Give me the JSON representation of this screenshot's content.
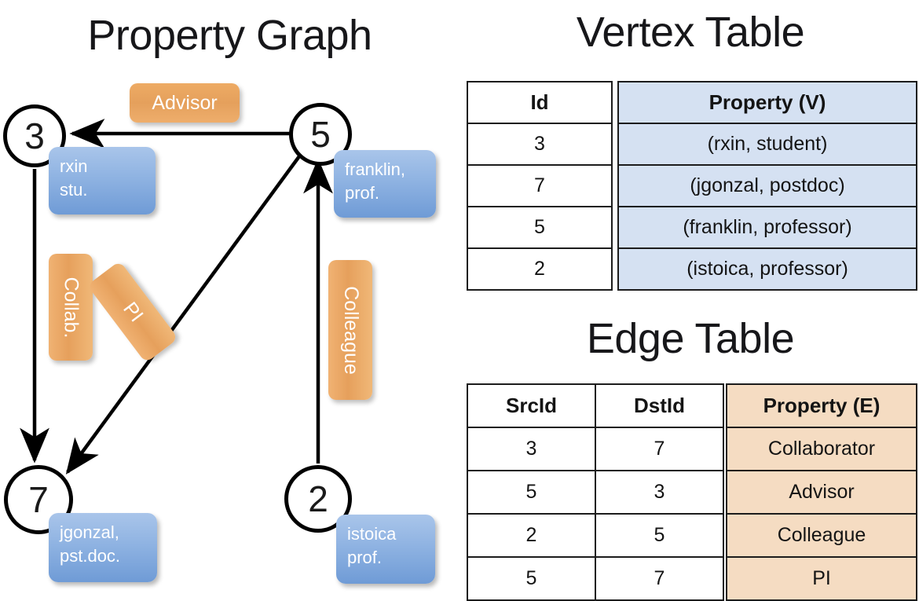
{
  "titles": {
    "property_graph": "Property Graph",
    "vertex_table": "Vertex Table",
    "edge_table": "Edge Table"
  },
  "graph": {
    "nodes": [
      {
        "id": "3",
        "property": "rxin\nstu."
      },
      {
        "id": "5",
        "property": "franklin,\nprof."
      },
      {
        "id": "7",
        "property": "jgonzal,\npst.doc."
      },
      {
        "id": "2",
        "property": "istoica\nprof."
      }
    ],
    "node_labels": {
      "n3": "3",
      "n5": "5",
      "n7": "7",
      "n2": "2"
    },
    "property_boxes": {
      "rxin_line1": "rxin",
      "rxin_line2": "stu.",
      "franklin_line1": "franklin,",
      "franklin_line2": "prof.",
      "jgonzal_line1": "jgonzal,",
      "jgonzal_line2": "pst.doc.",
      "istoica_line1": "istoica",
      "istoica_line2": "prof."
    },
    "edge_labels": {
      "advisor": "Advisor",
      "collab": "Collab.",
      "pi": "PI",
      "colleague": "Colleague"
    },
    "edges": [
      {
        "src": "5",
        "dst": "3",
        "label": "Advisor"
      },
      {
        "src": "3",
        "dst": "7",
        "label": "Collab."
      },
      {
        "src": "5",
        "dst": "7",
        "label": "PI"
      },
      {
        "src": "2",
        "dst": "5",
        "label": "Colleague"
      }
    ]
  },
  "vertex_table": {
    "headers": {
      "id": "Id",
      "property": "Property (V)"
    },
    "rows": [
      {
        "id": "3",
        "property": "(rxin, student)"
      },
      {
        "id": "7",
        "property": "(jgonzal, postdoc)"
      },
      {
        "id": "5",
        "property": "(franklin, professor)"
      },
      {
        "id": "2",
        "property": "(istoica, professor)"
      }
    ]
  },
  "edge_table": {
    "headers": {
      "src": "SrcId",
      "dst": "DstId",
      "property": "Property (E)"
    },
    "rows": [
      {
        "src": "3",
        "dst": "7",
        "property": "Collaborator"
      },
      {
        "src": "5",
        "dst": "3",
        "property": "Advisor"
      },
      {
        "src": "2",
        "dst": "5",
        "property": "Colleague"
      },
      {
        "src": "5",
        "dst": "7",
        "property": "PI"
      }
    ]
  },
  "colors": {
    "vertex_property_fill": "#d5e1f2",
    "edge_property_fill": "#f5dcc2",
    "node_box_blue": "#8fb3e2",
    "edge_label_orange": "#e6a05c",
    "border": "#1c1c1c"
  }
}
